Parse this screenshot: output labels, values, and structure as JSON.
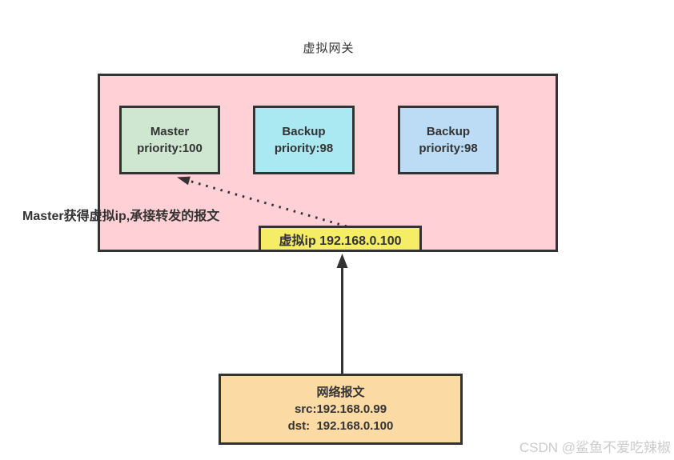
{
  "title": "虚拟网关",
  "colors": {
    "border": "#333333",
    "gateway_bg": "#ffd0d5",
    "master_bg": "#cfe7d0",
    "backup1_bg": "#abe9f2",
    "backup2_bg": "#bcdcf5",
    "virtual_ip_bg": "#f6ed67",
    "packet_bg": "#fbdaa4",
    "watermark_color": "#cbcbcb"
  },
  "gateway": {
    "nodes": [
      {
        "name": "Master",
        "priority": "priority:100"
      },
      {
        "name": "Backup",
        "priority": "priority:98"
      },
      {
        "name": "Backup",
        "priority": "priority:98"
      }
    ]
  },
  "virtual_ip_label": "虚拟ip 192.168.0.100",
  "annotation": "Master获得虚拟ip,承接转发的报文",
  "packet": {
    "title": "网络报文",
    "src": "src:192.168.0.99",
    "dst": "dst:  192.168.0.100"
  },
  "watermark": "CSDN @鲨鱼不爱吃辣椒"
}
